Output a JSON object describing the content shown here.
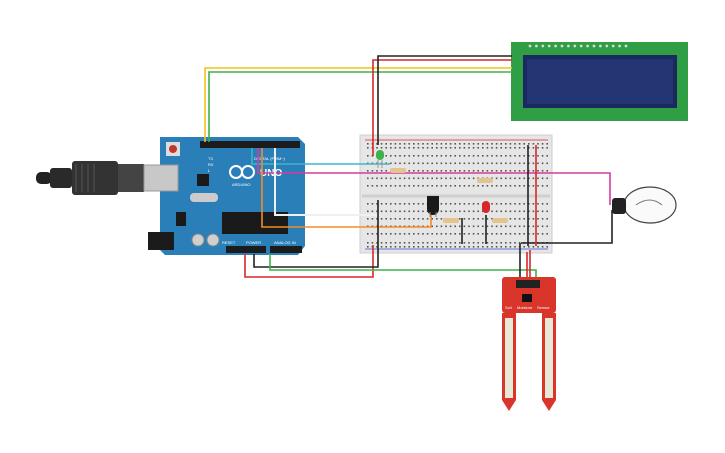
{
  "arduino": {
    "logo_text": "ARDUINO",
    "model": "UNO",
    "digital_label": "DIGITAL (PWM~)",
    "analog_label": "ANALOG IN",
    "power_label": "POWER",
    "led_labels": [
      "TX",
      "RX",
      "L"
    ],
    "reset_label": "RESET"
  },
  "soil_sensor": {
    "labels": [
      "Soil",
      "Moisture",
      "Sensor"
    ]
  },
  "colors": {
    "arduino_board": "#2b7fb8",
    "lcd_board": "#2f9e44",
    "lcd_screen": "#1f2d6e",
    "breadboard": "#e8e8e8",
    "soil_sensor": "#d9352b",
    "wire_yellow": "#f2c318",
    "wire_green": "#3bb34a",
    "wire_red": "#d62828",
    "wire_black": "#222222",
    "wire_orange": "#f28c28",
    "wire_magenta": "#d63aa0",
    "wire_cyan": "#3ab8c8"
  },
  "icons": [
    "usb-cable-icon",
    "light-bulb-icon",
    "transistor-icon",
    "led-icon",
    "resistor-icon"
  ]
}
